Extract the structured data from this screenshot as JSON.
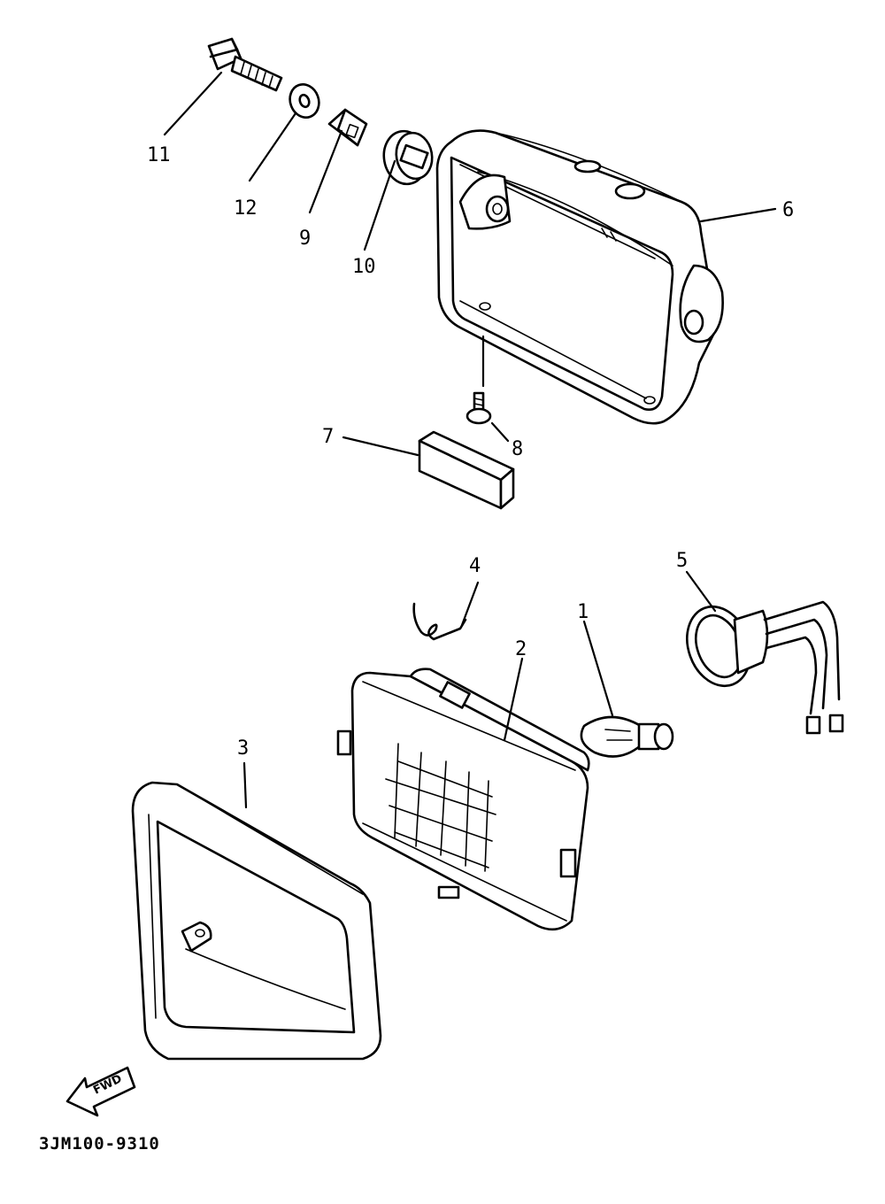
{
  "callouts": [
    {
      "id": "11",
      "label": "11"
    },
    {
      "id": "12",
      "label": "12"
    },
    {
      "id": "9",
      "label": "9"
    },
    {
      "id": "10",
      "label": "10"
    },
    {
      "id": "6",
      "label": "6"
    },
    {
      "id": "7",
      "label": "7"
    },
    {
      "id": "8",
      "label": "8"
    },
    {
      "id": "4",
      "label": "4"
    },
    {
      "id": "5",
      "label": "5"
    },
    {
      "id": "1",
      "label": "1"
    },
    {
      "id": "2",
      "label": "2"
    },
    {
      "id": "3",
      "label": "3"
    }
  ],
  "forward_arrow": {
    "label": "FWD"
  },
  "diagram_code": "3JM100-9310"
}
